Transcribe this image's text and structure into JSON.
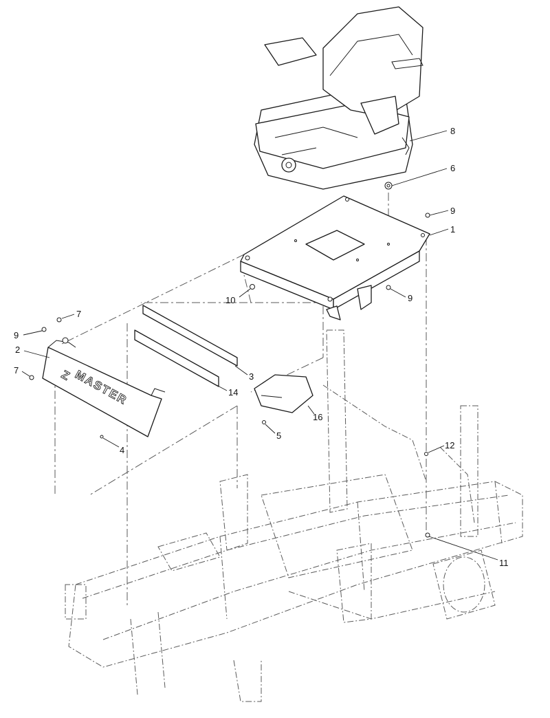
{
  "callouts": [
    {
      "id": "1",
      "label": "1"
    },
    {
      "id": "2",
      "label": "2"
    },
    {
      "id": "3",
      "label": "3"
    },
    {
      "id": "4",
      "label": "4"
    },
    {
      "id": "5",
      "label": "5"
    },
    {
      "id": "6",
      "label": "6"
    },
    {
      "id": "7a",
      "label": "7"
    },
    {
      "id": "7b",
      "label": "7"
    },
    {
      "id": "8",
      "label": "8"
    },
    {
      "id": "9a",
      "label": "9"
    },
    {
      "id": "9b",
      "label": "9"
    },
    {
      "id": "9c",
      "label": "9"
    },
    {
      "id": "10",
      "label": "10"
    },
    {
      "id": "11",
      "label": "11"
    },
    {
      "id": "12",
      "label": "12"
    },
    {
      "id": "14",
      "label": "14"
    },
    {
      "id": "16",
      "label": "16"
    }
  ],
  "panel_logo": {
    "mark": "Z",
    "word": "MASTER"
  },
  "colors": {
    "line": "#1a1a1a",
    "phantom": "#5a5a5a",
    "background": "#ffffff"
  }
}
